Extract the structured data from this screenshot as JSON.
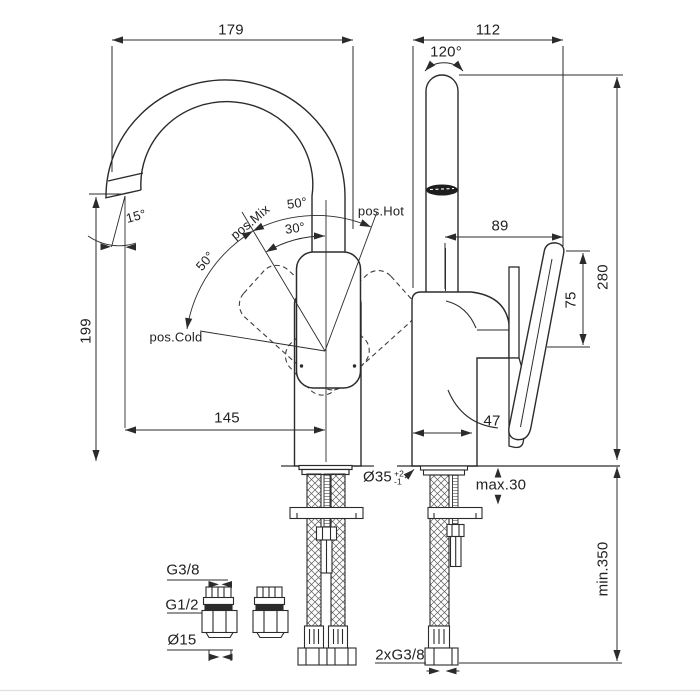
{
  "front_view": {
    "d179": "179",
    "d199": "199",
    "d145": "145",
    "a15": "15°",
    "a50_left": "50°",
    "a50_top": "50°",
    "a30": "30°",
    "pos_mix": "pos.Mix",
    "pos_hot": "pos.Hot",
    "pos_cold": "pos.Cold"
  },
  "side_view": {
    "d112": "112",
    "a120": "120°",
    "d89": "89",
    "d280": "280",
    "d75": "75",
    "d47": "47",
    "dia35": "Ø35",
    "tol_plus": "+2",
    "tol_minus": "-1",
    "max30": "max.30",
    "min350": "min.350",
    "hose_thread": "2xG3/8"
  },
  "fittings": {
    "g38": "G3/8",
    "g12": "G1/2",
    "dia15": "Ø15"
  },
  "colors": {
    "line": "#2b2b2b",
    "background": "#ffffff",
    "aerator": "#1e1e1e"
  }
}
